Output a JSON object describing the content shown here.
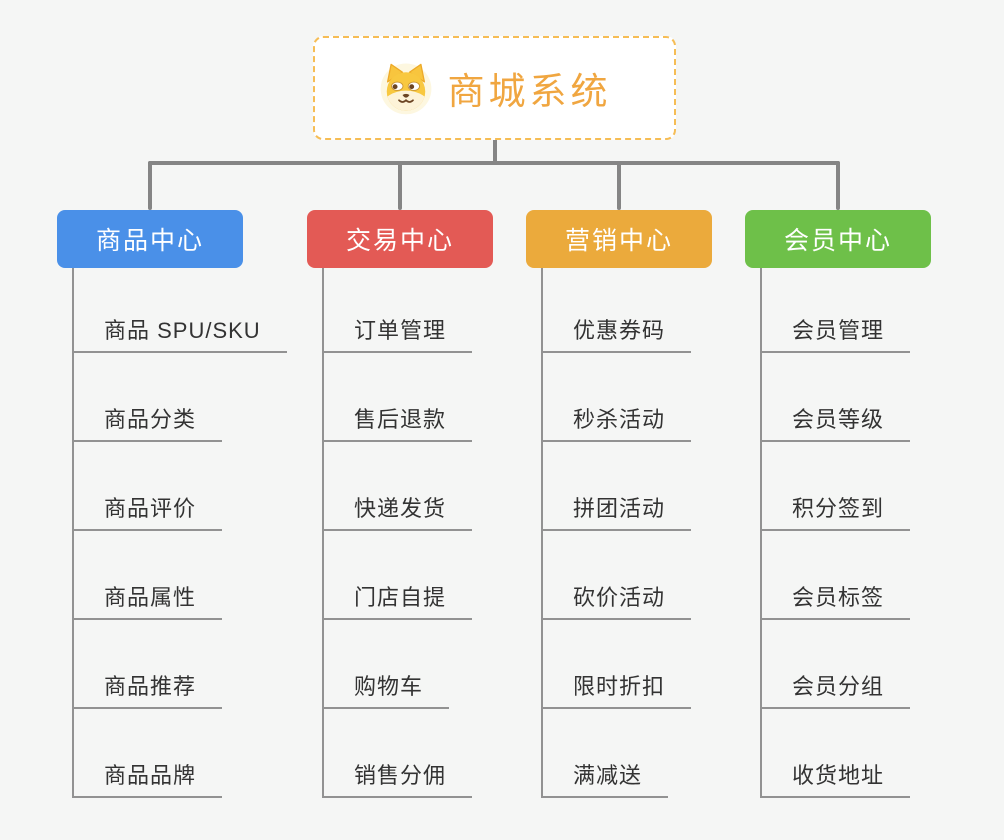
{
  "app": {
    "type": "mindmap-org-chart",
    "background_color": "#f5f6f5",
    "connector_color": "#858585",
    "branch_line_color": "#929292",
    "child_text_color": "#333333"
  },
  "root": {
    "label": "商城系统",
    "icon": "dog-face-icon",
    "text_color": "#f0a640",
    "border_color": "#f6bd55",
    "fill_color": "#ffffff"
  },
  "branches": [
    {
      "label": "商品中心",
      "color": "#4a90e8",
      "children": [
        "商品 SPU/SKU",
        "商品分类",
        "商品评价",
        "商品属性",
        "商品推荐",
        "商品品牌"
      ]
    },
    {
      "label": "交易中心",
      "color": "#e35a55",
      "children": [
        "订单管理",
        "售后退款",
        "快递发货",
        "门店自提",
        "购物车",
        "销售分佣"
      ]
    },
    {
      "label": "营销中心",
      "color": "#ebaa3c",
      "children": [
        "优惠券码",
        "秒杀活动",
        "拼团活动",
        "砍价活动",
        "限时折扣",
        "满减送"
      ]
    },
    {
      "label": "会员中心",
      "color": "#6ec049",
      "children": [
        "会员管理",
        "会员等级",
        "积分签到",
        "会员标签",
        "会员分组",
        "收货地址"
      ]
    }
  ]
}
